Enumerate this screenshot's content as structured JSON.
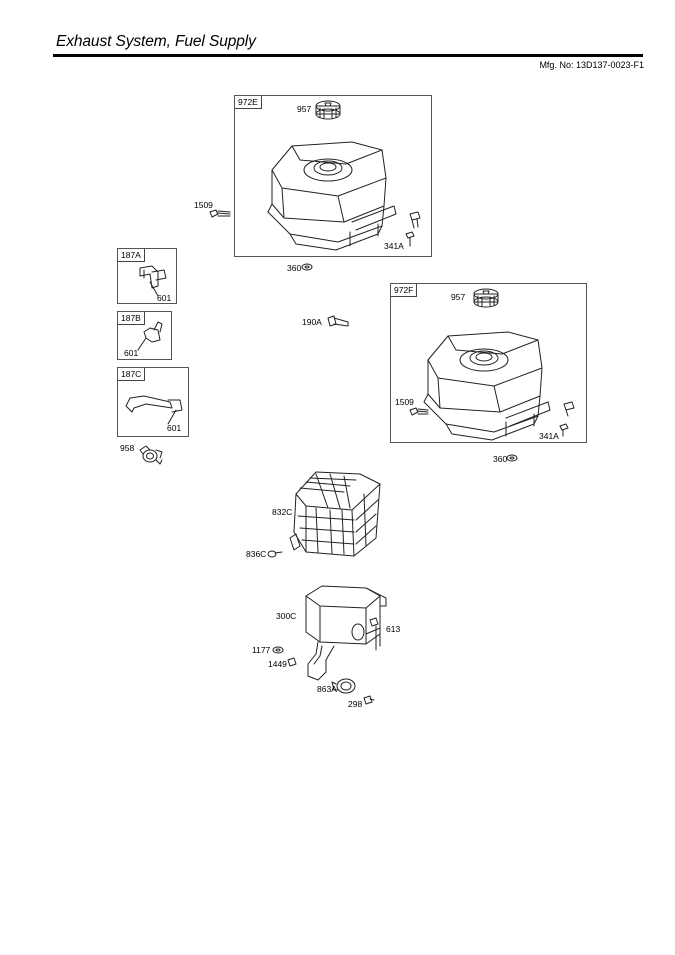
{
  "header": {
    "title": "Exhaust System, Fuel Supply",
    "model": "Mfg. No: 13D137-0023-F1"
  },
  "boxes": {
    "tank_e": "972E",
    "tank_f": "972F",
    "hose_a": "187A",
    "hose_b": "187B",
    "hose_c": "187C"
  },
  "labels": {
    "cap_e": "957",
    "bolt_e": "1509",
    "screw_e": "341A",
    "nut_e": "360",
    "hose_a_part": "601",
    "hose_b_part": "601",
    "hose_c_part": "601",
    "bolt_mid": "190A",
    "cap_f": "957",
    "bolt_f": "1509",
    "screw_f": "341A",
    "nut_f": "360",
    "clamp": "958",
    "guard": "832C",
    "guard_screw": "836C",
    "muffler": "300C",
    "muffler_screw": "613",
    "washer": "1177",
    "nut_1449": "1449",
    "gasket": "863A",
    "stud": "298"
  }
}
